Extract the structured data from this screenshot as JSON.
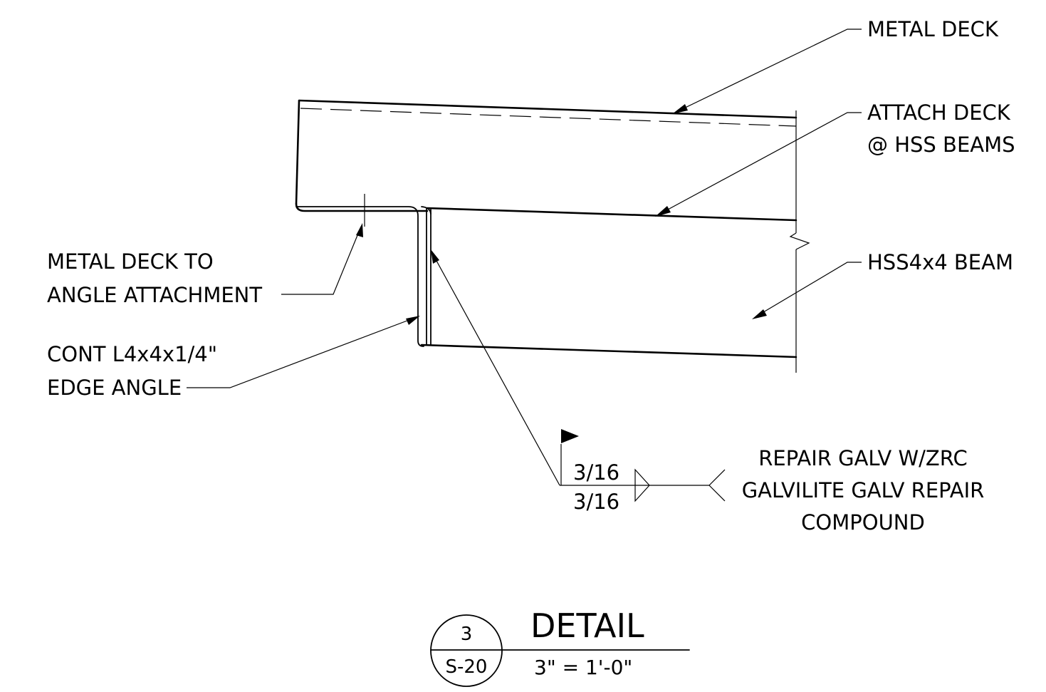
{
  "callouts": {
    "metal_deck": "METAL DECK",
    "attach_deck_1": "ATTACH DECK",
    "attach_deck_2": "@ HSS BEAMS",
    "hss_beam": "HSS4x4 BEAM",
    "deck_to_angle_1": "METAL DECK TO",
    "deck_to_angle_2": "ANGLE ATTACHMENT",
    "edge_angle_1": "CONT L4x4x1/4\"",
    "edge_angle_2": "EDGE ANGLE",
    "repair_1": "REPAIR GALV W/ZRC",
    "repair_2": "GALVILITE GALV REPAIR",
    "repair_3": "COMPOUND"
  },
  "weld": {
    "arrow_side_size": "3/16",
    "other_side_size": "3/16"
  },
  "title_block": {
    "detail_number": "3",
    "sheet_number": "S-20",
    "title": "DETAIL",
    "scale": "3\" = 1'-0\""
  }
}
